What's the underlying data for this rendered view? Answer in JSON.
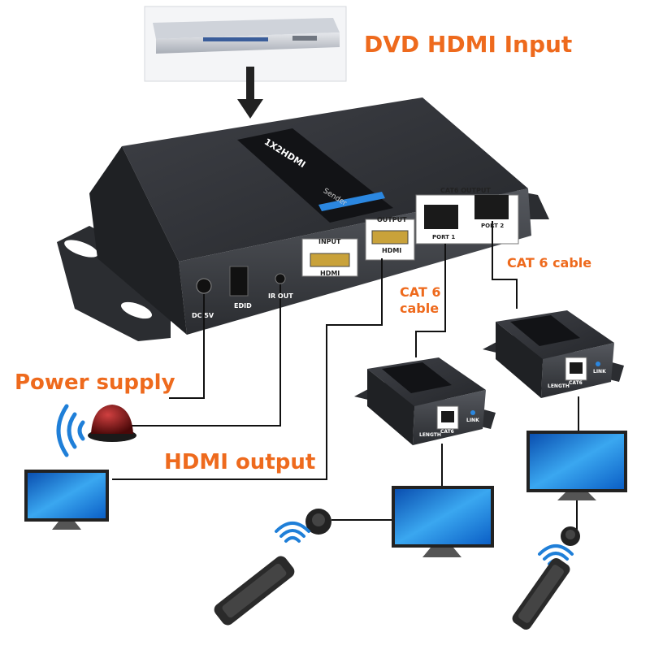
{
  "labels": {
    "dvd_input": "DVD  HDMI Input",
    "power_supply": "Power supply",
    "hdmi_output": "HDMI output",
    "cat6_cable_a_line1": "CAT 6",
    "cat6_cable_a_line2": "cable",
    "cat6_cable_b": "CAT 6 cable"
  },
  "sender": {
    "brand": "1X2HDMI",
    "subtitle": "Sender",
    "cat6_output": "CAT6 OUTPUT",
    "port1": "PORT 1",
    "port2": "PORT 2",
    "output": "OUTPUT",
    "input": "INPUT",
    "hdmi_out": "HDMI",
    "hdmi_in": "HDMI",
    "dc": "DC 5V",
    "edid": "EDID",
    "irout": "IR OUT"
  },
  "receiver": {
    "cat6": "CAT6",
    "link": "LINK",
    "length": "LENGTH"
  },
  "colors": {
    "accent": "#ee6a1d",
    "device_body": "#3b3d42",
    "screen": "#1f8fe0",
    "wire": "#111111",
    "wifi": "#1f7fd8",
    "ir_dome": "#7a1010"
  }
}
